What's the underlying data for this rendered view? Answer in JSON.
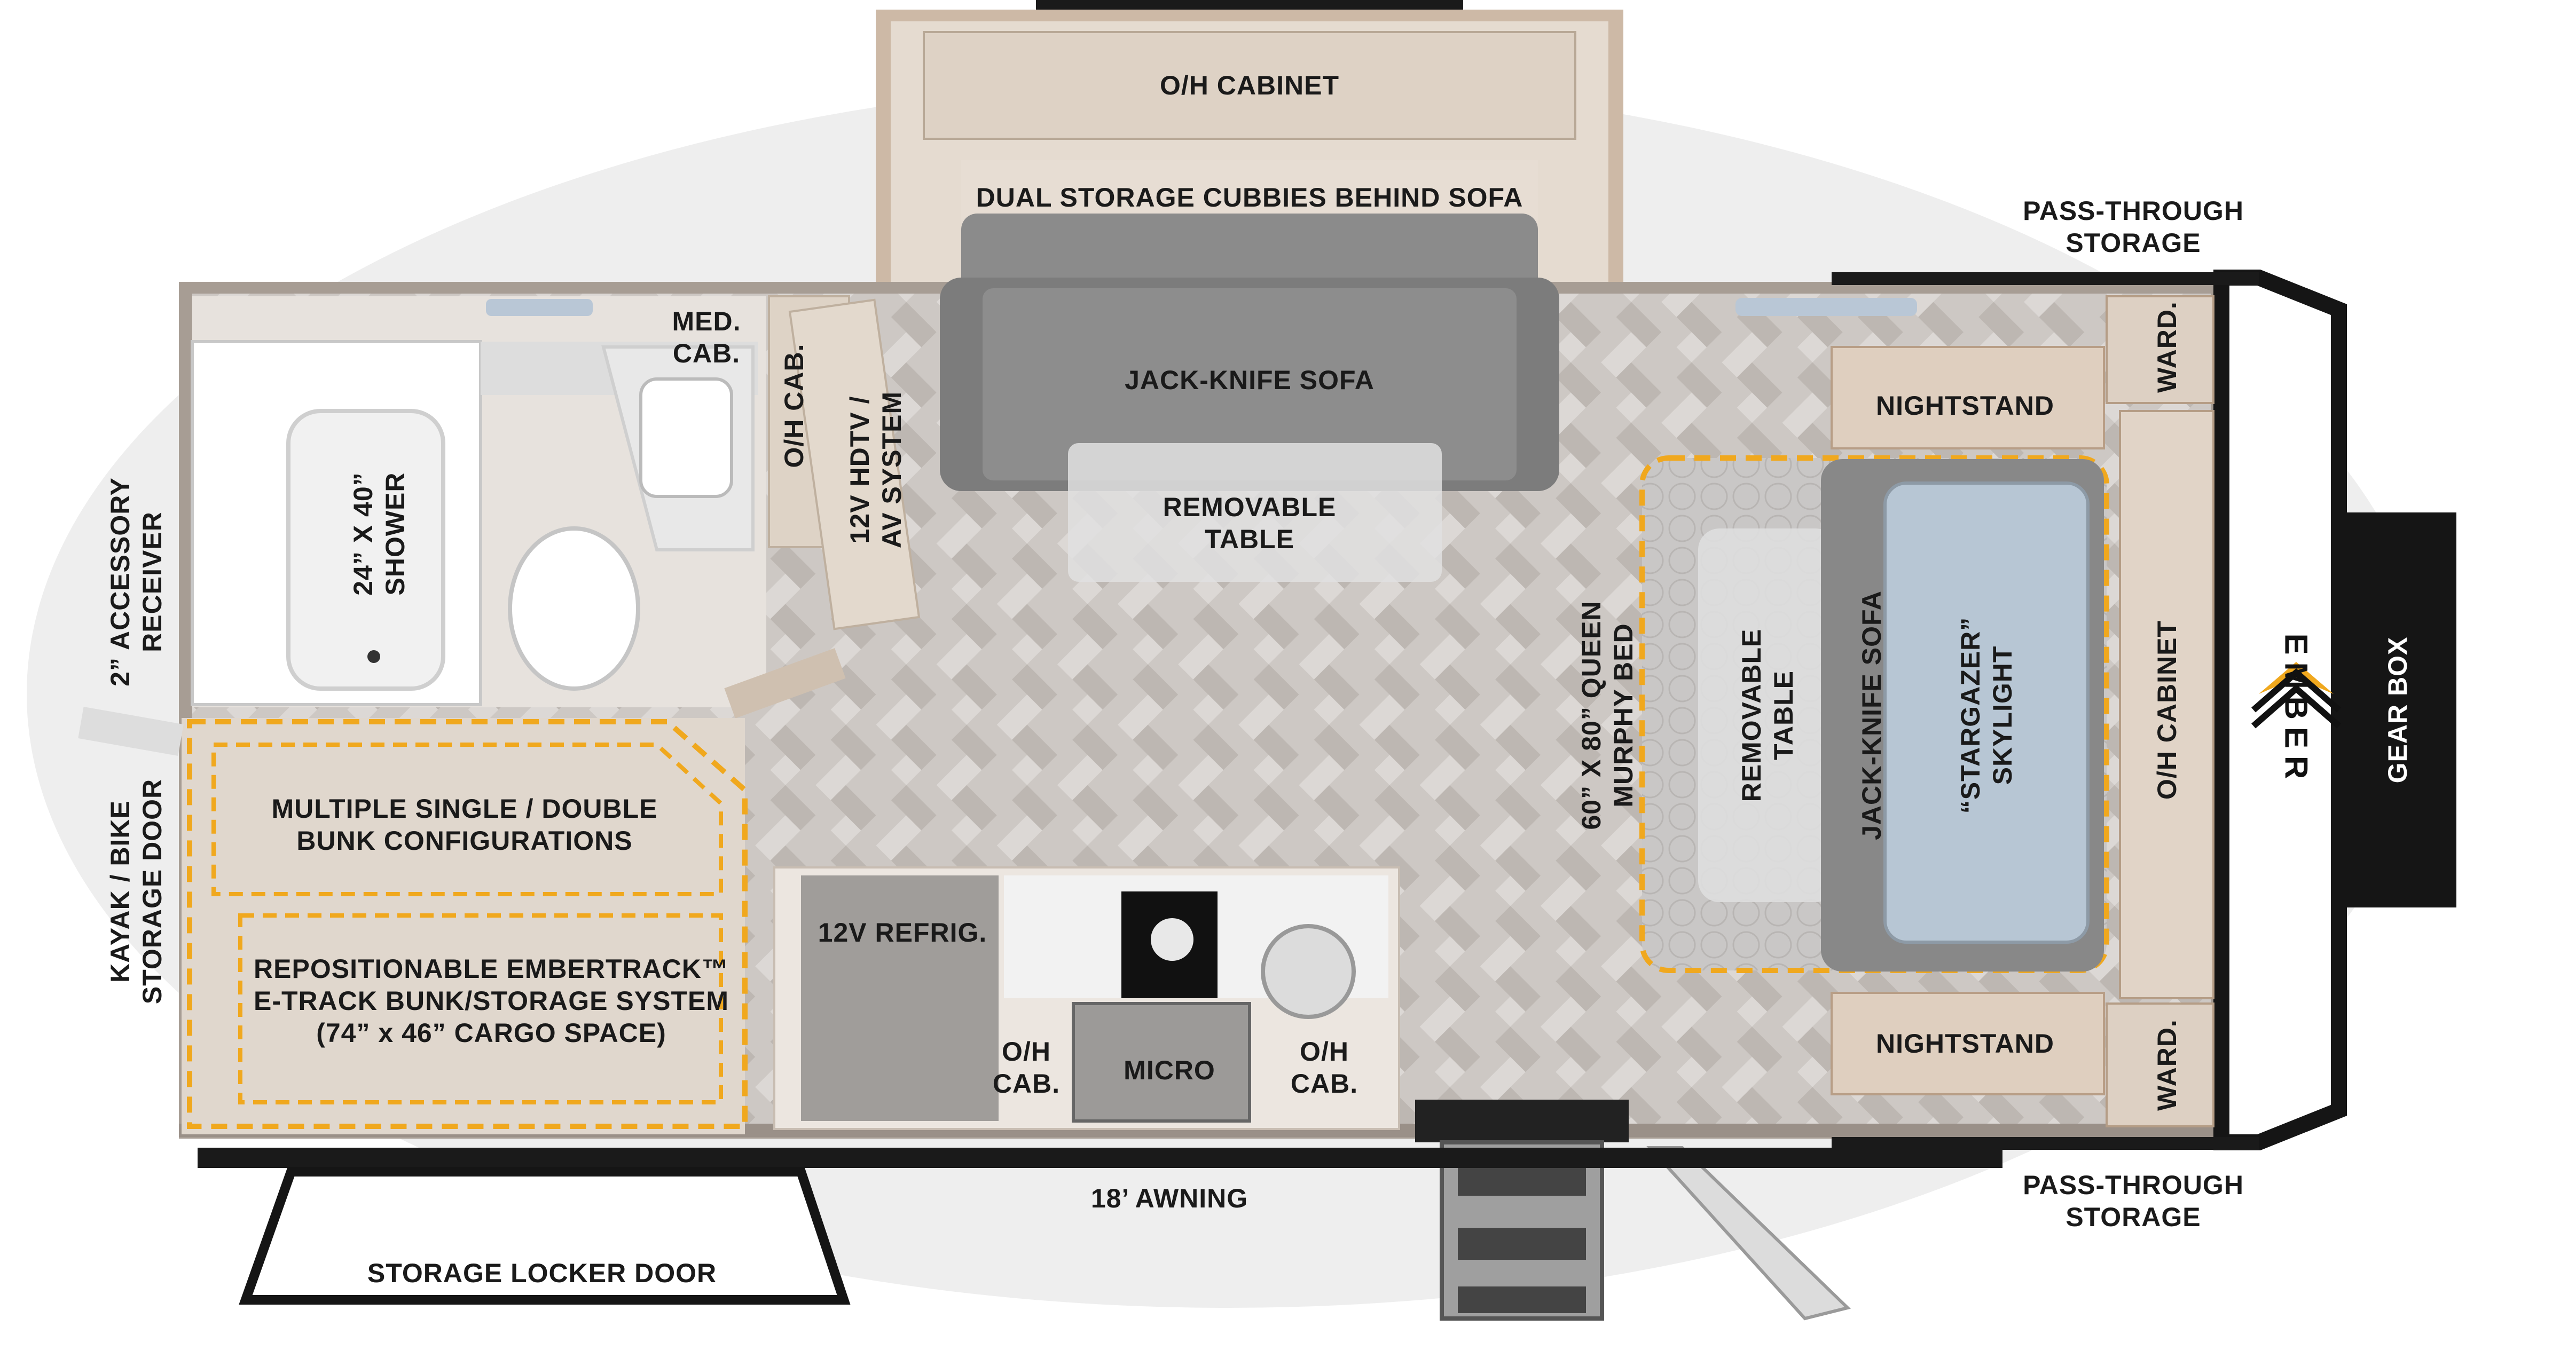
{
  "labels": {
    "oh_cabinet_top": "O/H CABINET",
    "dual_storage": "DUAL STORAGE CUBBIES BEHIND SOFA",
    "jack_knife_sofa_top": "JACK-KNIFE SOFA",
    "removable_table_top": "REMOVABLE\nTABLE",
    "pass_through_top": "PASS-THROUGH\nSTORAGE",
    "pass_through_bottom": "PASS-THROUGH\nSTORAGE",
    "ward_top": "WARD.",
    "ward_bottom": "WARD.",
    "nightstand_top": "NIGHTSTAND",
    "nightstand_bottom": "NIGHTSTAND",
    "med_cab": "MED.\nCAB.",
    "oh_cab_bath": "O/H CAB.",
    "hdtv": "12V HDTV /\nAV SYSTEM",
    "shower": "24” X 40”\nSHOWER",
    "accessory_receiver": "2” ACCESSORY\nRECEIVER",
    "kayak_door": "KAYAK / BIKE\nSTORAGE DOOR",
    "bunk_config": "MULTIPLE SINGLE / DOUBLE\nBUNK CONFIGURATIONS",
    "embertrack": "REPOSITIONABLE EMBERTRACK™\nE-TRACK BUNK/STORAGE SYSTEM\n(74” x 46” CARGO SPACE)",
    "refrig": "12V REFRIG.",
    "oh_cab_left": "O/H\nCAB.",
    "micro": "MICRO",
    "oh_cab_right": "O/H\nCAB.",
    "murphy_bed": "60” X 80” QUEEN\nMURPHY BED",
    "removable_table_right": "REMOVABLE\nTABLE",
    "jack_knife_sofa_right": "JACK-KNIFE SOFA",
    "skylight": "“STARGAZER”\nSKYLIGHT",
    "oh_cabinet_right": "O/H CABINET",
    "gear_box": "GEAR BOX",
    "awning": "18’ AWNING",
    "storage_locker": "STORAGE LOCKER DOOR",
    "brand": "EMBER"
  },
  "colors": {
    "wall": "#9a8f86",
    "cabinet": "#d9cbbd",
    "floor": "#cfcac6",
    "sofa": "#8f8f8f",
    "dashed": "#f0a81e",
    "black": "#151515"
  }
}
